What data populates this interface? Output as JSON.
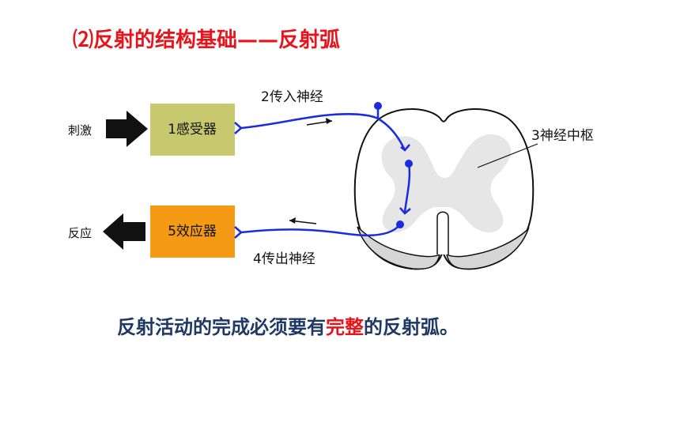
{
  "title": "⑵反射的结构基础——反射弧",
  "diagram": {
    "stimulus_label": "刺激",
    "response_label": "反应",
    "receptor_label": "1感受器",
    "afferent_label": "2传入神经",
    "center_label": "3神经中枢",
    "efferent_label": "4传出神经",
    "effector_label": "5效应器",
    "colors": {
      "receptor_fill": "#c8c86e",
      "effector_fill": "#f59a14",
      "nerve": "#1a2be0",
      "gray_matter": "#e6e6e6",
      "white_matter_lower": "#d6d6d6"
    }
  },
  "caption": {
    "before": "反射活动的完成必须要有",
    "highlight": "完整",
    "after": "的反射弧。"
  }
}
